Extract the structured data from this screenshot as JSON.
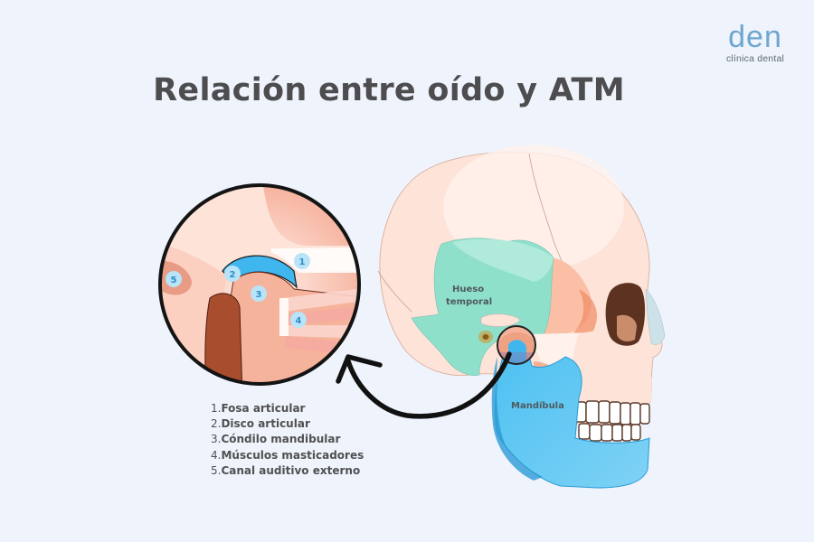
{
  "logo": {
    "main": "den",
    "sub": "clínica dental"
  },
  "title": "Relación entre oído y ATM",
  "skull_labels": {
    "temporal_line1": "Hueso",
    "temporal_line2": "temporal",
    "mandible": "Mandíbula"
  },
  "zoom_badges": [
    "1",
    "2",
    "3",
    "4",
    "5"
  ],
  "legend": [
    {
      "num": "1.",
      "text": "Fosa articular"
    },
    {
      "num": "2.",
      "text": "Disco articular"
    },
    {
      "num": "3.",
      "text": "Cóndilo mandibular"
    },
    {
      "num": "4.",
      "text": "Músculos masticadores"
    },
    {
      "num": "5.",
      "text": "Canal auditivo externo"
    }
  ],
  "colors": {
    "background": "#eef3fc",
    "title": "#4d4d4f",
    "logo": "#6fa6cf",
    "bone": "#fde3d8",
    "temporal_bone": "#8fe0cb",
    "mandible": "#46b8ec",
    "badge": "#b9e3f7",
    "arrow": "#111111"
  }
}
